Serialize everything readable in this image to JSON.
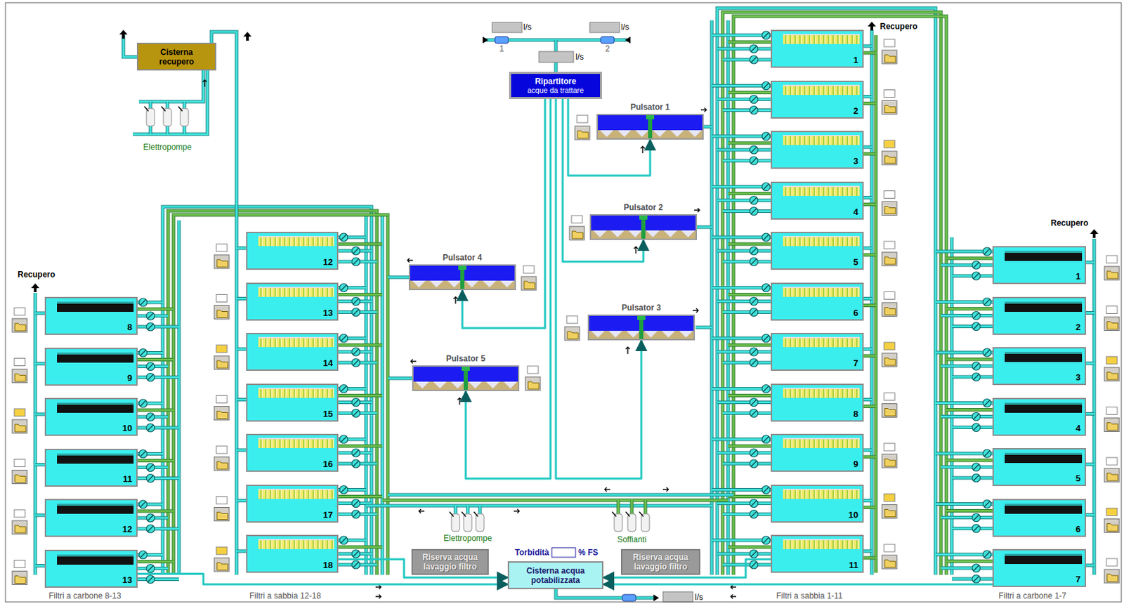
{
  "diagram": {
    "nodes": [
      {
        "text": [
          "Cisterna recupero"
        ]
      },
      {
        "text": [
          "Ripartitore",
          "acque da trattare"
        ]
      },
      {
        "text": [
          "Pulsator 1"
        ]
      },
      {
        "text": [
          "Pulsator 2"
        ]
      },
      {
        "text": [
          "Pulsator 3"
        ]
      },
      {
        "text": [
          "Pulsator 4"
        ]
      },
      {
        "text": [
          "Pulsator 5"
        ]
      },
      {
        "text": [
          "1"
        ]
      },
      {
        "text": [
          "2"
        ]
      },
      {
        "text": [
          "3"
        ]
      },
      {
        "text": [
          "4"
        ]
      },
      {
        "text": [
          "5"
        ]
      },
      {
        "text": [
          "6"
        ]
      },
      {
        "text": [
          "7"
        ]
      },
      {
        "text": [
          "8"
        ]
      },
      {
        "text": [
          "9"
        ]
      },
      {
        "text": [
          "10"
        ]
      },
      {
        "text": [
          "11"
        ]
      },
      {
        "text": [
          "1"
        ]
      },
      {
        "text": [
          "2"
        ]
      },
      {
        "text": [
          "3"
        ]
      },
      {
        "text": [
          "4"
        ]
      },
      {
        "text": [
          "5"
        ]
      },
      {
        "text": [
          "6"
        ]
      },
      {
        "text": [
          "7"
        ]
      },
      {
        "text": [
          "12"
        ]
      },
      {
        "text": [
          "13"
        ]
      },
      {
        "text": [
          "14"
        ]
      },
      {
        "text": [
          "15"
        ]
      },
      {
        "text": [
          "16"
        ]
      },
      {
        "text": [
          "17"
        ]
      },
      {
        "text": [
          "18"
        ]
      },
      {
        "text": [
          "8"
        ]
      },
      {
        "text": [
          "9"
        ]
      },
      {
        "text": [
          "10"
        ]
      },
      {
        "text": [
          "11"
        ]
      },
      {
        "text": [
          "12"
        ]
      },
      {
        "text": [
          "13"
        ]
      },
      {
        "text": [
          "Riserva acqua lavaggio filtro"
        ]
      },
      {
        "text": [
          "Cisterna acqua potabilizzata"
        ]
      },
      {
        "text": [
          "Riserva acqua lavaggio filtro"
        ]
      }
    ],
    "edges": [
      {
        "from": 1,
        "to": 2,
        "arrow": "to"
      },
      {
        "from": 1,
        "to": 3,
        "arrow": "to"
      },
      {
        "from": 1,
        "to": 4,
        "arrow": "to"
      },
      {
        "from": 1,
        "to": 5,
        "arrow": "to"
      },
      {
        "from": 1,
        "to": 6,
        "arrow": "to"
      },
      {
        "from": 17,
        "to": 39,
        "arrow": "to"
      },
      {
        "from": 24,
        "to": 39,
        "arrow": "to"
      },
      {
        "from": 31,
        "to": 39,
        "arrow": "to"
      },
      {
        "from": 37,
        "to": 39,
        "arrow": "to"
      }
    ],
    "labels": [
      "l/s",
      "l/s",
      "1",
      "2",
      "l/s",
      "Recupero",
      "Elettropompe",
      "Recupero",
      "Recupero",
      "Elettropompe",
      "Soffianti",
      "Torbidità",
      "% FS",
      "l/s",
      "Filtri a carbone 8-13",
      "Filtri a sabbia 12-18",
      "Filtri a sabbia 1-11",
      "Filtri a carbone 1-7"
    ]
  }
}
